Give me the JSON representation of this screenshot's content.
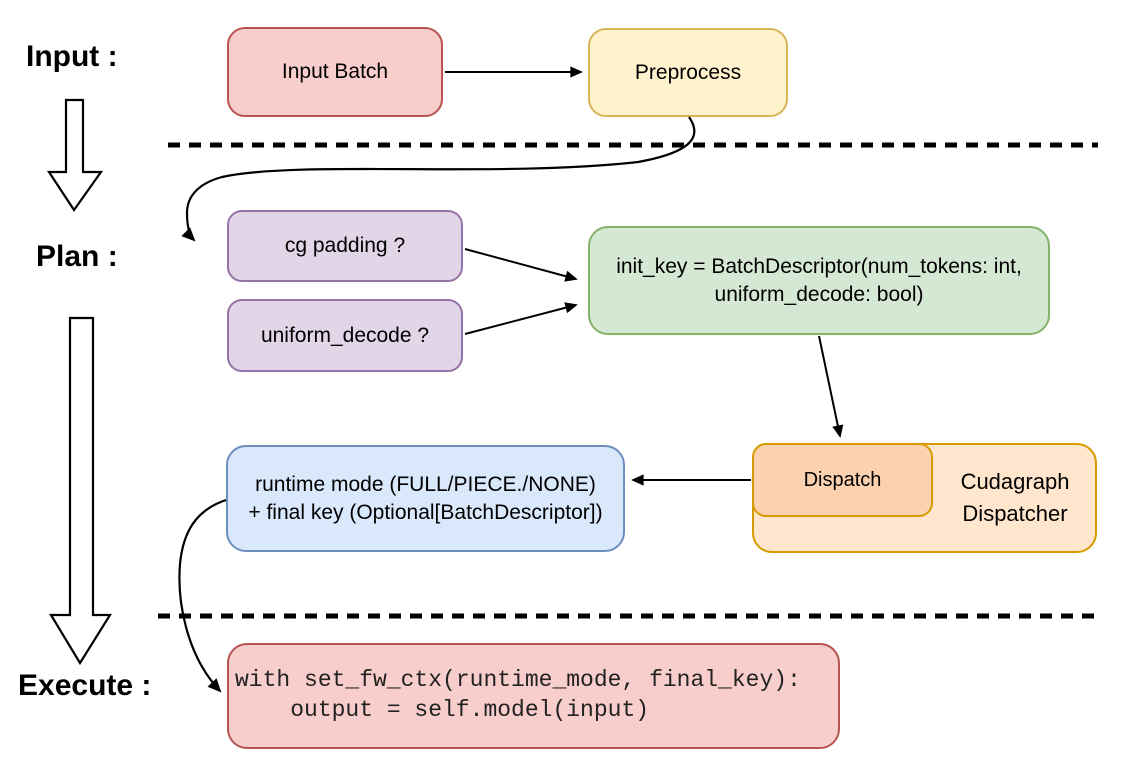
{
  "sections": {
    "input": {
      "label": "Input :"
    },
    "plan": {
      "label": "Plan :"
    },
    "execute": {
      "label": "Execute :"
    }
  },
  "nodes": {
    "input_batch": {
      "label": "Input Batch"
    },
    "preprocess": {
      "label": "Preprocess"
    },
    "cg_padding": {
      "label": "cg padding ?"
    },
    "uniform_decode": {
      "label": "uniform_decode ?"
    },
    "init_key": {
      "line1": "init_key = BatchDescriptor(num_tokens: int,",
      "line2": "uniform_decode: bool)"
    },
    "dispatch": {
      "label": "Dispatch"
    },
    "cudagraph_dispatcher": {
      "line1": "Cudagraph",
      "line2": "Dispatcher"
    },
    "runtime_mode": {
      "line1": "runtime mode (FULL/PIECE./NONE)",
      "line2": "+ final key (Optional[BatchDescriptor])"
    },
    "execute_code": {
      "line1": "with set_fw_ctx(runtime_mode, final_key):",
      "line2": "    output = self.model(input)"
    }
  },
  "colors": {
    "red_fill": "#F8CECC",
    "red_stroke": "#B85450",
    "yellow_fill": "#FFF2CC",
    "yellow_stroke": "#D6B656",
    "purple_fill": "#E1D5E7",
    "purple_stroke": "#9673A6",
    "green_fill": "#D5E8D4",
    "green_stroke": "#82B366",
    "blue_fill": "#DAE8FC",
    "blue_stroke": "#6C8EBF",
    "orange_fill": "#FFE6CC",
    "orange_stroke": "#D79B00",
    "dispatch_fill": "#FBD1AF",
    "line_color": "#000000"
  }
}
